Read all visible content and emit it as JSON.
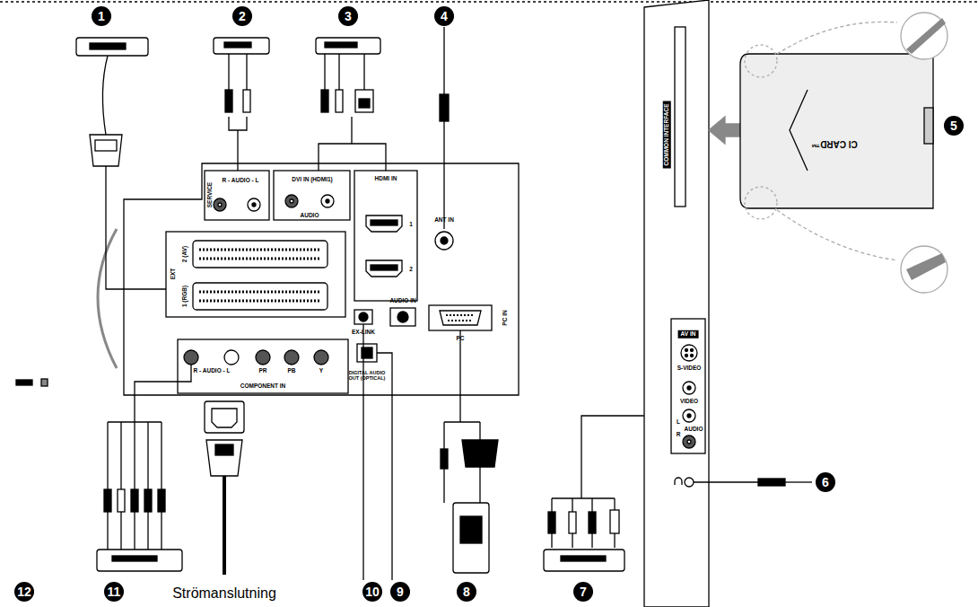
{
  "diagram": {
    "labels": [
      "1",
      "2",
      "3",
      "4",
      "5",
      "6",
      "7",
      "8",
      "9",
      "10",
      "11",
      "12",
      "Strömanslutning",
      "SERVICE",
      "R - AUDIO - L",
      "DVI IN (HDMI1)",
      "AUDIO",
      "HDMI IN",
      "1",
      "2",
      "ANT IN",
      "EXT",
      "2 (AV)",
      "1 (RGB)",
      "EX-LINK",
      "AUDIO IN",
      "PC IN",
      "PC",
      "DIGITAL AUDIO OUT (OPTICAL)",
      "R - AUDIO - L",
      "PR",
      "PB",
      "Y",
      "COMPONENT IN",
      "COMMON INTERFACE",
      "AV IN",
      "S-VIDEO",
      "VIDEO",
      "L",
      "AUDIO",
      "R",
      "CI CARD™"
    ]
  }
}
